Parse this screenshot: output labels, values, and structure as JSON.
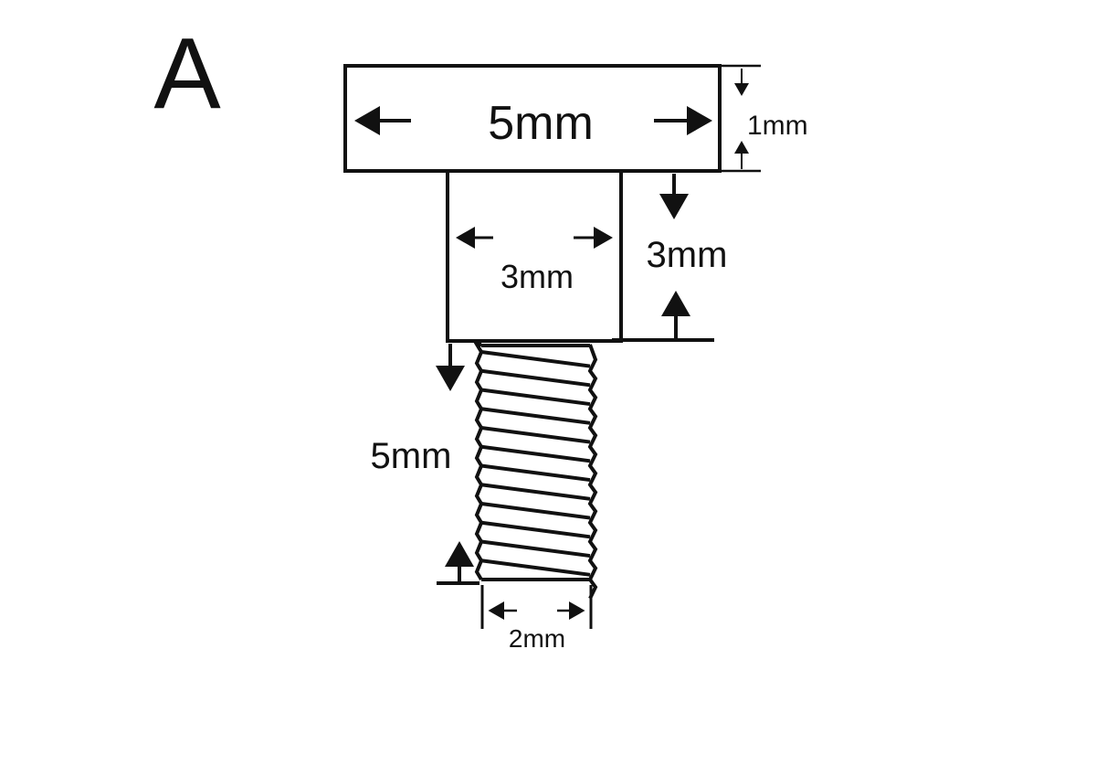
{
  "panel_label": "A",
  "head": {
    "width_label": "5mm",
    "height_label": "1mm"
  },
  "neck": {
    "width_label": "3mm",
    "height_label": "3mm"
  },
  "thread": {
    "length_label": "5mm",
    "diameter_label": "2mm",
    "turns": 12
  },
  "colors": {
    "stroke": "#111111",
    "background": "#ffffff"
  }
}
